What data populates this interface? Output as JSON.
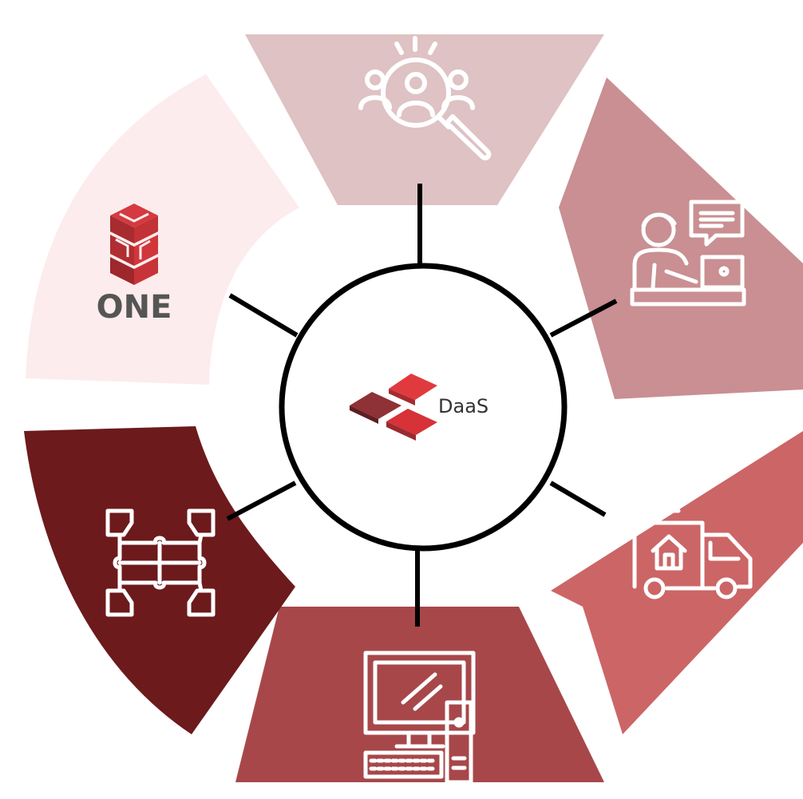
{
  "center": {
    "label": "DaaS",
    "logo_icon": "daas-tiles-icon",
    "colors": {
      "tile_light": "#e13a3e",
      "tile_dark": "#8f3136"
    }
  },
  "segments": [
    {
      "name": "segment-top",
      "icon": "user-search-icon",
      "color": "#dfc2c3"
    },
    {
      "name": "segment-top-right",
      "icon": "support-agent-chat-icon",
      "color": "#c98f92"
    },
    {
      "name": "segment-bottom-right",
      "icon": "delivery-truck-house-icon",
      "color": "#cc6566"
    },
    {
      "name": "segment-bottom",
      "icon": "desktop-computer-icon",
      "color": "#a7474a"
    },
    {
      "name": "segment-bottom-left",
      "icon": "puzzle-hands-icon",
      "color": "#6c1a1c"
    },
    {
      "name": "segment-top-left",
      "icon": "sgs-logo-icon",
      "color": "#fdeced",
      "label": "ONE"
    }
  ],
  "colors": {
    "connector": "#000000",
    "icon_stroke": "#ffffff",
    "logo_red": "#cf2b32",
    "logo_text": "#555555"
  }
}
